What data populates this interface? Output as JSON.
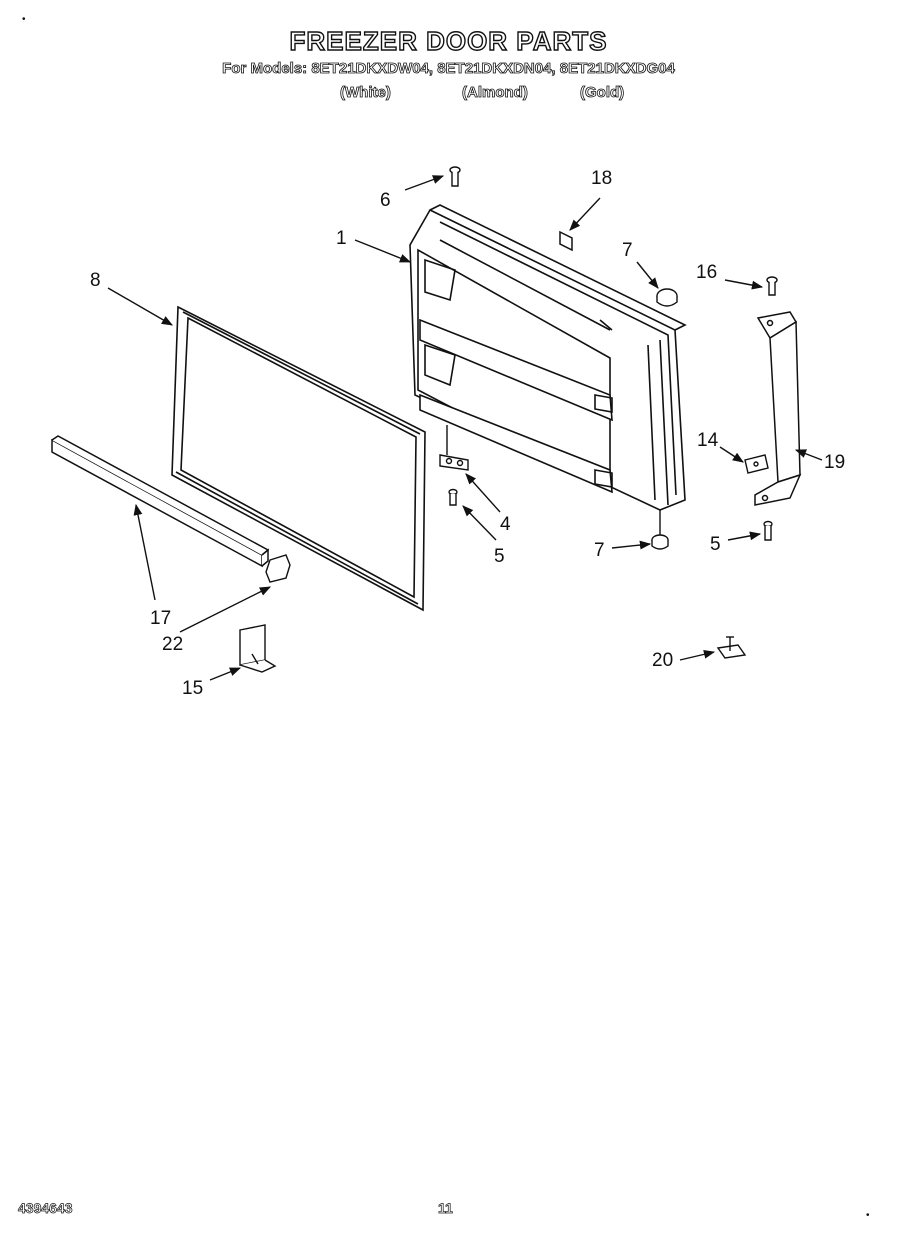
{
  "header": {
    "title": "FREEZER DOOR PARTS",
    "models_line": "For Models: 8ET21DKXDW04, 8ET21DKXDN04, 8ET21DKXDG04",
    "colors": [
      "(White)",
      "(Almond)",
      "(Gold)"
    ]
  },
  "callouts": {
    "c1": "1",
    "c4": "4",
    "c5a": "5",
    "c5b": "5",
    "c6": "6",
    "c7a": "7",
    "c7b": "7",
    "c8": "8",
    "c14": "14",
    "c15": "15",
    "c16": "16",
    "c17": "17",
    "c18": "18",
    "c19": "19",
    "c20": "20",
    "c22": "22"
  },
  "footer": {
    "doc_number": "4394643",
    "page_number": "11"
  }
}
